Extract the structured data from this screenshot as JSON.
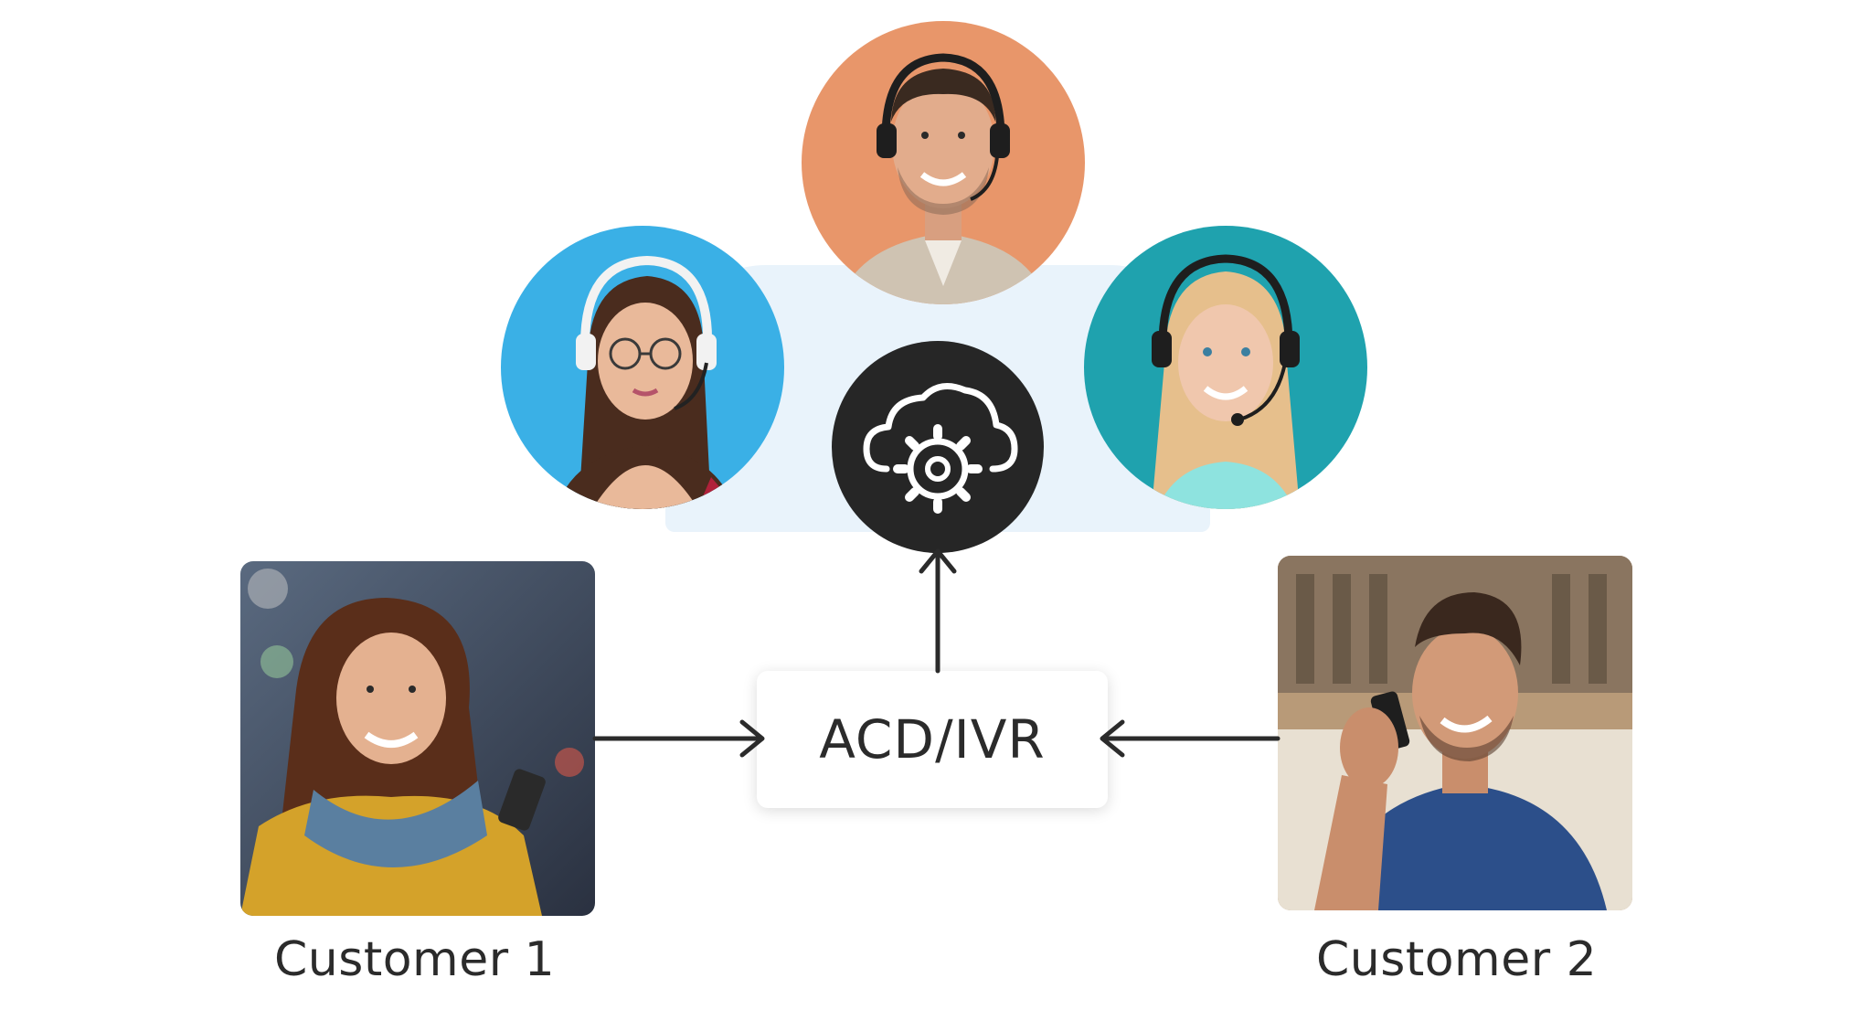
{
  "diagram": {
    "acd_label": "ACD/IVR",
    "customers": [
      {
        "label": "Customer 1"
      },
      {
        "label": "Customer 2"
      }
    ],
    "agents": [
      {
        "bg_color": "#3ab0e6"
      },
      {
        "bg_color": "#e8966a"
      },
      {
        "bg_color": "#1fa2ae"
      }
    ],
    "hub_icon": "cloud-gear-icon",
    "colors": {
      "backdrop": "#e9f3fb",
      "hub": "#262626",
      "arrow": "#2b2b2b"
    }
  }
}
